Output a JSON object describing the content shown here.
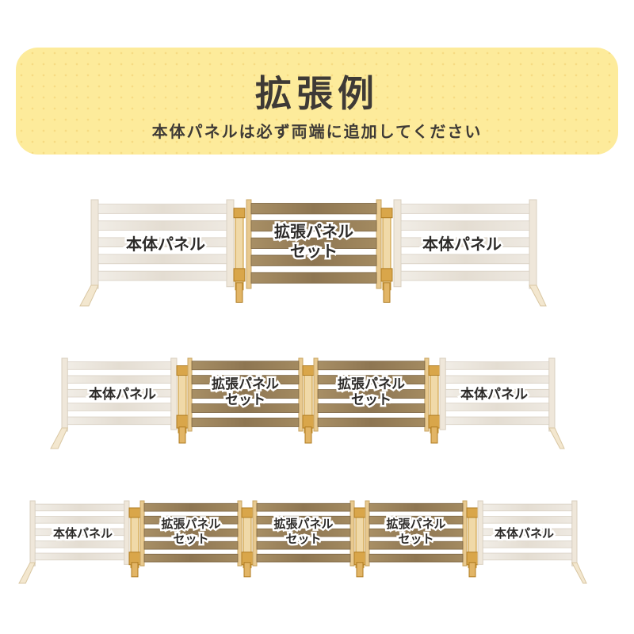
{
  "banner": {
    "title": "拡張例",
    "subtitle": "本体パネルは必ず両端に追加してください"
  },
  "labels": {
    "main_panel": "本体パネル",
    "ext_line1": "拡張パネル",
    "ext_line2": "セット"
  },
  "colors": {
    "banner_bg": "#fdeb9b",
    "main_panel_board": "#ece7de",
    "ext_panel_board": "#9a8259",
    "post_wood": "#e7c88d",
    "joint_wood": "#c9952f"
  }
}
